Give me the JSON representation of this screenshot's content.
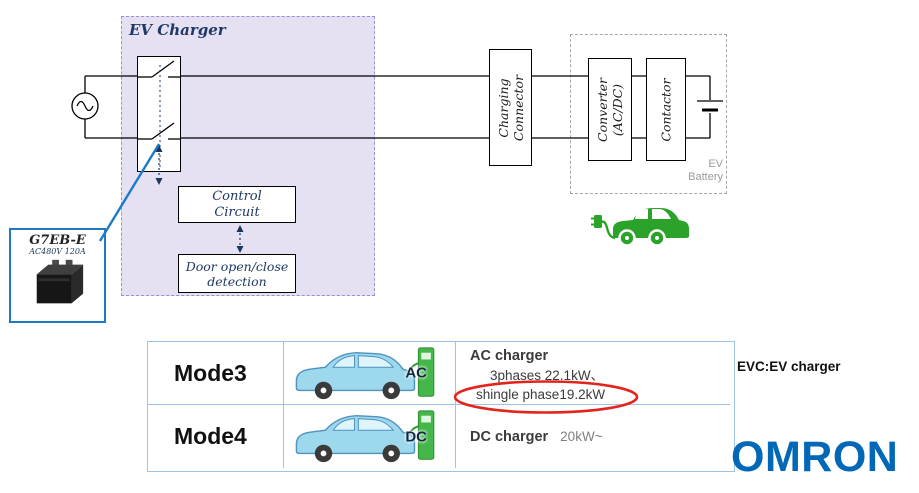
{
  "diagram": {
    "title": "EV Charger",
    "control_circuit": "Control\nCircuit",
    "door_detection": "Door open/close\ndetection",
    "charging_connector": "Charging\nConnector",
    "converter": "Converter\n(AC/DC)",
    "contactor": "Contactor",
    "ev_battery": "EV\nBattery",
    "relay": {
      "model": "G7EB-E",
      "rating": "AC480V 120A"
    },
    "colors": {
      "ev_charger_fill": "#E6E0F3",
      "accent_blue": "#1F7AC4",
      "highlight_red": "#E2241B",
      "car_green": "#2BA32B",
      "table_border": "#9DC3E6",
      "brand_blue": "#0068B7"
    }
  },
  "modes_table": {
    "rows": [
      {
        "mode": "Mode3",
        "plug": "AC",
        "title": "AC charger",
        "line1": "3phases 22.1kW、",
        "line2": "shingle phase19.2kW"
      },
      {
        "mode": "Mode4",
        "plug": "DC",
        "title": "DC charger",
        "line1": "20kW~",
        "line2": ""
      }
    ]
  },
  "footnote": "EVC:EV charger",
  "brand": "OMRON"
}
